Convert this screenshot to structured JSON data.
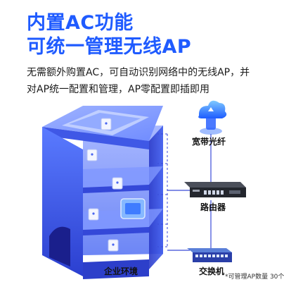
{
  "headline": {
    "line1": "内置AC功能",
    "line2": "可统一管理无线AP"
  },
  "description": {
    "line1": "无需额外购置AC，可自动识别网络中的无线AP，并",
    "line2": "对AP统一配置和管理，AP零配置即插即用"
  },
  "labels": {
    "broadband": "宽带光纤",
    "router": "路由器",
    "switch": "交换机",
    "environment": "企业环境",
    "note": "*可管理AP数量 30个"
  },
  "colors": {
    "title": "#1f5bff",
    "shelf": "#3a55e0",
    "line": "#3b4bd8"
  }
}
